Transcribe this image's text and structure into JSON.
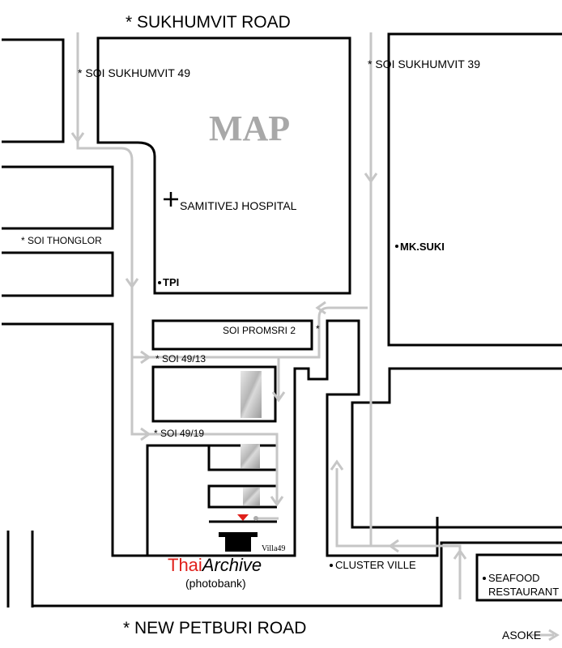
{
  "roads": {
    "sukhumvit": "* SUKHUMVIT ROAD",
    "new_petburi": "* NEW PETBURI ROAD",
    "soi_49": "* SOI SUKHUMVIT 49",
    "soi_39": "* SOI SUKHUMVIT 39",
    "soi_thonglor": "* SOI THONGLOR",
    "soi_promsri": "SOI PROMSRI 2",
    "soi_promsri_star": "*",
    "soi_49_13": "* SOI 49/13",
    "soi_49_19": "* SOI 49/19",
    "asoke": "ASOKE"
  },
  "map_title": "MAP",
  "landmarks": {
    "hospital": "SAMITIVEJ HOSPITAL",
    "tpi": "TPI",
    "mk_suki": "MK.SUKI",
    "cluster_ville": "CLUSTER VILLE",
    "seafood_line1": "SEAFOOD",
    "seafood_line2": "RESTAURANT",
    "villa49": "Villa49"
  },
  "logo": {
    "part1": "Thai",
    "part2": "Archive",
    "sub": "(photobank)"
  },
  "colors": {
    "road_outline": "#000000",
    "arrow": "#c4c4c4",
    "map_title": "#a8a8a8",
    "brand_red": "#e0201b",
    "marker_red": "#e0201b"
  }
}
